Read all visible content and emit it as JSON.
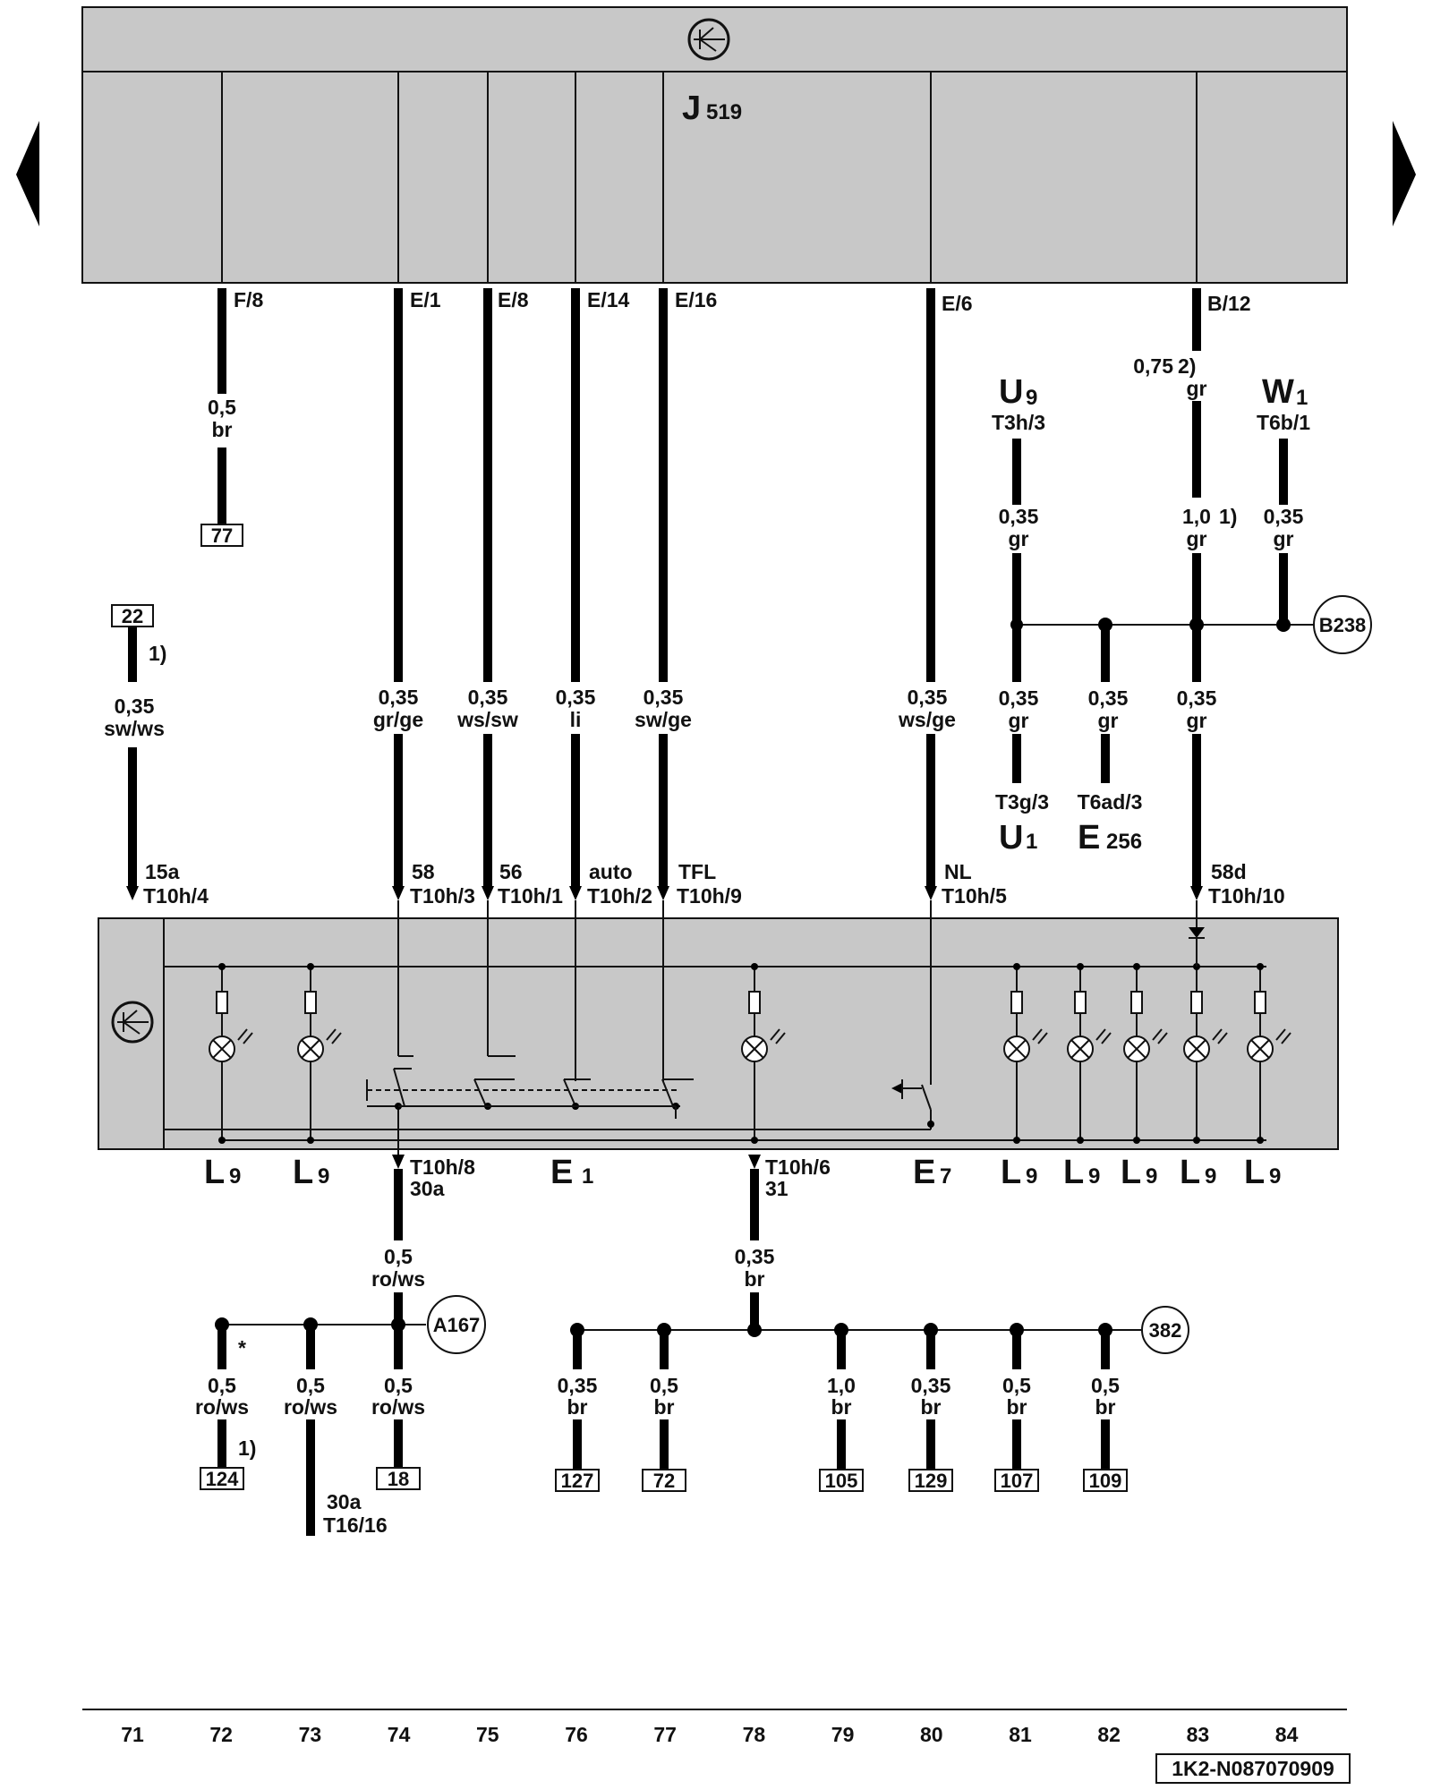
{
  "navigation": {
    "prev_label": "previous page",
    "next_label": "next page"
  },
  "components": {
    "J519": {
      "letter": "J",
      "sub": "519"
    },
    "E1": {
      "letter": "E",
      "sub": "1"
    },
    "E7": {
      "letter": "E",
      "sub": "7"
    },
    "U9": {
      "letter": "U",
      "sub": "9",
      "pin": "T3h/3"
    },
    "W1": {
      "letter": "W",
      "sub": "1",
      "pin": "T6b/1"
    },
    "U1": {
      "letter": "U",
      "sub": "1",
      "pin": "T3g/3"
    },
    "E256": {
      "letter": "E",
      "sub": "256",
      "pin": "T6ad/3"
    },
    "L9": {
      "letter": "L",
      "sub": "9"
    }
  },
  "j519_pins": {
    "f8": "F/8",
    "e1": "E/1",
    "e8": "E/8",
    "e14": "E/14",
    "e16": "E/16",
    "e6": "E/6",
    "b12": "B/12"
  },
  "wires": {
    "w72_top": {
      "size": "0,5",
      "color": "br",
      "ref": "77"
    },
    "w71": {
      "ref": "22",
      "note": "1)",
      "size": "0,35",
      "color": "sw/ws"
    },
    "w74": {
      "size": "0,35",
      "color": "gr/ge"
    },
    "w75": {
      "size": "0,35",
      "color": "ws/sw"
    },
    "w76": {
      "size": "0,35",
      "color": "li"
    },
    "w77": {
      "size": "0,35",
      "color": "sw/ge"
    },
    "w80": {
      "size": "0,35",
      "color": "ws/ge"
    },
    "w83a": {
      "size": "0,75",
      "note": "2)",
      "color": "gr"
    },
    "w83b": {
      "size": "1,0",
      "note": "1)",
      "color": "gr"
    },
    "w83c": {
      "size": "0,35",
      "color": "gr"
    },
    "w81a": {
      "size": "0,35",
      "color": "gr"
    },
    "w81b": {
      "size": "0,35",
      "color": "gr"
    },
    "w82": {
      "size": "0,35",
      "color": "gr"
    },
    "w84": {
      "size": "0,35",
      "color": "gr"
    },
    "w74_bot": {
      "size": "0,5",
      "color": "ro/ws"
    },
    "w78_bot": {
      "size": "0,35",
      "color": "br"
    }
  },
  "switch_pins": {
    "p71": {
      "func": "15a",
      "pin": "T10h/4"
    },
    "p74": {
      "func": "58",
      "pin": "T10h/3"
    },
    "p75": {
      "func": "56",
      "pin": "T10h/1"
    },
    "p76": {
      "func": "auto",
      "pin": "T10h/2"
    },
    "p77": {
      "func": "TFL",
      "pin": "T10h/9"
    },
    "p80": {
      "func": "NL",
      "pin": "T10h/5"
    },
    "p83": {
      "func": "58d",
      "pin": "T10h/10"
    },
    "p74b": {
      "pin": "T10h/8",
      "func": "30a"
    },
    "p78b": {
      "pin": "T10h/6",
      "func": "31"
    }
  },
  "junctions": {
    "b238": "B238",
    "a167": "A167",
    "j382": "382"
  },
  "branch_a167": [
    {
      "size": "0,5",
      "color": "ro/ws",
      "ref": "124",
      "note": "1)",
      "star": "*"
    },
    {
      "size": "0,5",
      "color": "ro/ws",
      "func": "30a",
      "pin": "T16/16"
    },
    {
      "size": "0,5",
      "color": "ro/ws",
      "ref": "18"
    }
  ],
  "branch_382": [
    {
      "size": "0,35",
      "color": "br",
      "ref": "127"
    },
    {
      "size": "0,5",
      "color": "br",
      "ref": "72"
    },
    {
      "size": "1,0",
      "color": "br",
      "ref": "105"
    },
    {
      "size": "0,35",
      "color": "br",
      "ref": "129"
    },
    {
      "size": "0,5",
      "color": "br",
      "ref": "107"
    },
    {
      "size": "0,5",
      "color": "br",
      "ref": "109"
    }
  ],
  "tracks": [
    "71",
    "72",
    "73",
    "74",
    "75",
    "76",
    "77",
    "78",
    "79",
    "80",
    "81",
    "82",
    "83",
    "84"
  ],
  "diagram_code": "1K2-N087070909"
}
